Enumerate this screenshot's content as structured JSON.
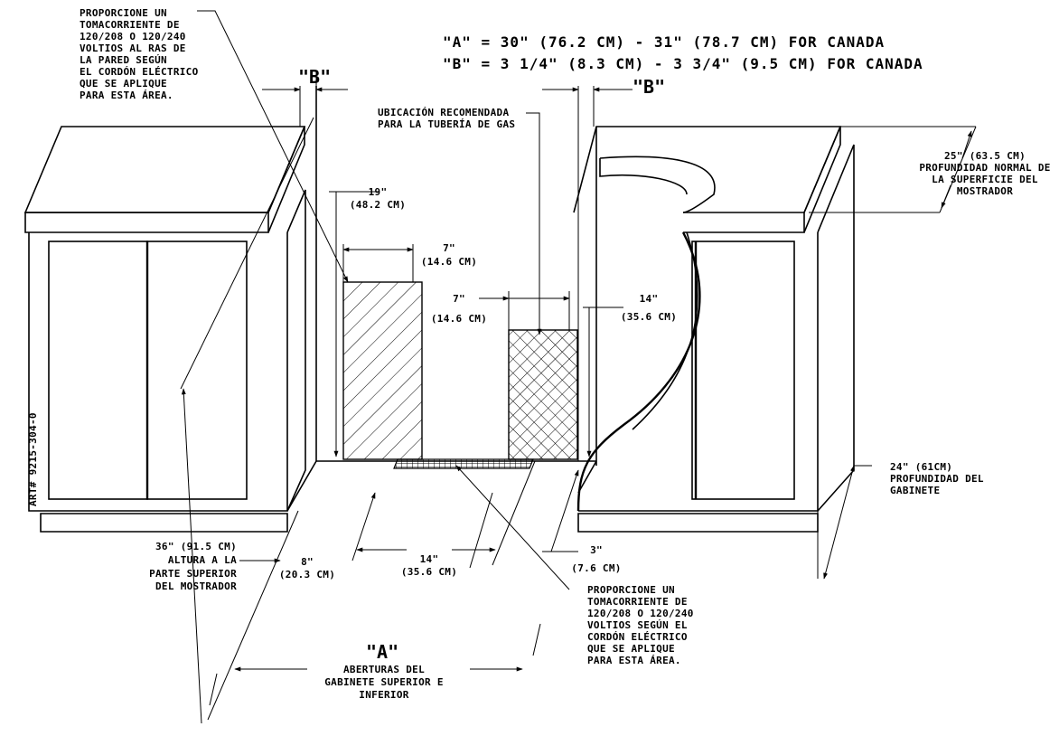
{
  "header_notes": {
    "line_a": "\"A\" = 30\" (76.2 CM) - 31\" (78.7 CM) FOR CANADA",
    "line_b": "\"B\" = 3 1/4\" (8.3 CM) - 3 3/4\" (9.5 CM) FOR CANADA"
  },
  "label_b": "\"B\"",
  "label_a": "\"A\"",
  "art_number": "ART# 9215-304-0",
  "wall_outlet_note": [
    "PROPORCIONE UN",
    "TOMACORRIENTE DE",
    "120/208 O 120/240",
    "VOLTIOS AL RAS DE",
    "LA PARED SEGÚN",
    "EL CORDÓN ELÉCTRICO",
    "QUE SE APLIQUE",
    "PARA ESTA ÁREA."
  ],
  "floor_outlet_note": [
    "PROPORCIONE UN",
    "TOMACORRIENTE DE",
    "120/208 O 120/240",
    "VOLTIOS SEGÚN EL",
    "CORDÓN ELÉCTRICO",
    "QUE SE APLIQUE",
    "PARA ESTA ÁREA."
  ],
  "gas_pipe_note": [
    "UBICACIÓN RECOMENDADA",
    "PARA LA TUBERÍA DE GAS"
  ],
  "countertop_depth_note": [
    "25\" (63.5 CM)",
    "PROFUNDIDAD NORMAL DE",
    "LA SUPERFICIE DEL",
    "MOSTRADOR"
  ],
  "cabinet_depth_note": [
    "24\" (61CM)",
    "PROFUNDIDAD DEL",
    "GABINETE"
  ],
  "counter_height_note": [
    "36\" (91.5 CM)",
    "ALTURA A LA",
    "PARTE SUPERIOR",
    "DEL MOSTRADOR"
  ],
  "opening_note": [
    "ABERTURAS DEL",
    "GABINETE SUPERIOR E",
    "INFERIOR"
  ],
  "dimensions": {
    "d19": [
      "19\"",
      "(48.2 CM)"
    ],
    "d7_top": [
      "7\"",
      "(14.6 CM)"
    ],
    "d7_mid": [
      "7\"",
      "(14.6 CM)"
    ],
    "d14_right": [
      "14\"",
      "(35.6 CM)"
    ],
    "d8": [
      "8\"",
      "(20.3 CM)"
    ],
    "d14_bottom": [
      "14\"",
      "(35.6 CM)"
    ],
    "d3": [
      "3\"",
      "(7.6 CM)"
    ]
  }
}
